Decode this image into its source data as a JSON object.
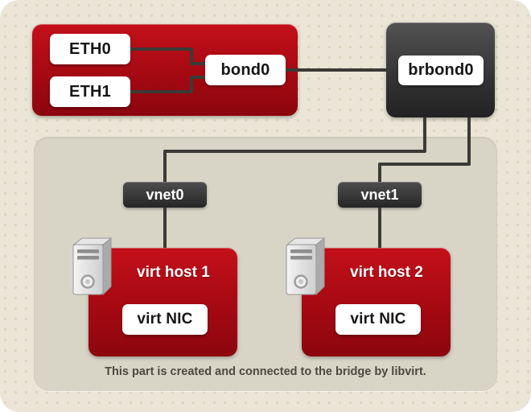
{
  "colors": {
    "red": "#a50912",
    "charcoal": "#333333",
    "background": "#eae5d6",
    "panel": "#d8d5c7",
    "connector": "#3a3a36",
    "label_box": "#ffffff"
  },
  "nodes": {
    "eth0": {
      "label": "ETH0"
    },
    "eth1": {
      "label": "ETH1"
    },
    "bond0": {
      "label": "bond0"
    },
    "brbond0": {
      "label": "brbond0"
    },
    "vnet0": {
      "label": "vnet0"
    },
    "vnet1": {
      "label": "vnet1"
    },
    "virt_host_1": {
      "label": "virt host 1",
      "nic": "virt NIC"
    },
    "virt_host_2": {
      "label": "virt host 2",
      "nic": "virt NIC"
    }
  },
  "caption": "This part is created and connected to the bridge by libvirt."
}
